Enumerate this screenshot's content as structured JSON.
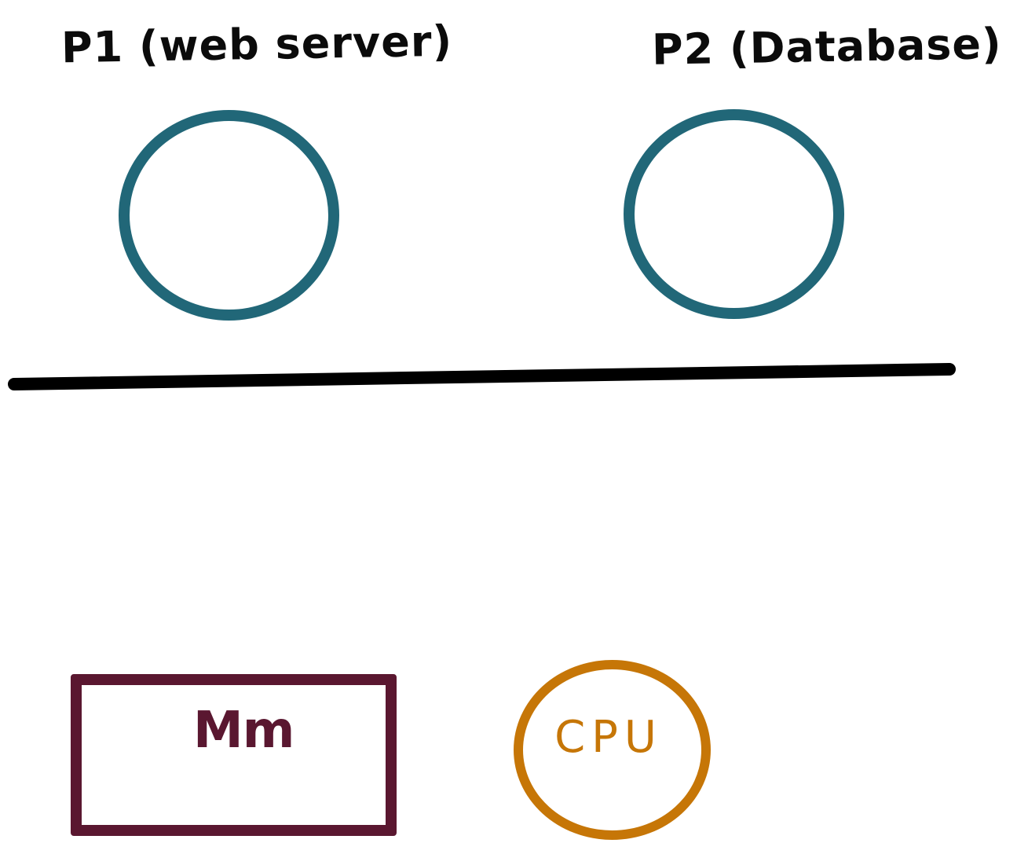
{
  "labels": {
    "p1": "P1 (web server)",
    "p2": "P2 (Database)",
    "memory": "Mm",
    "cpu": "CPU"
  },
  "colors": {
    "process": "#216778",
    "line": "#000000",
    "memory": "#5a1730",
    "cpu": "#c67607",
    "background": "#ffffff"
  }
}
